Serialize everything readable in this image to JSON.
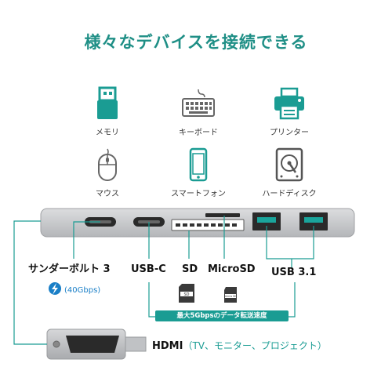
{
  "title": "様々なデバイスを接続できる",
  "devices": [
    {
      "label": "メモリ",
      "icon": "usb-drive-icon"
    },
    {
      "label": "キーボード",
      "icon": "keyboard-icon"
    },
    {
      "label": "プリンター",
      "icon": "printer-icon"
    },
    {
      "label": "マウス",
      "icon": "mouse-icon"
    },
    {
      "label": "スマートフォン",
      "icon": "smartphone-icon"
    },
    {
      "label": "ハードディスク",
      "icon": "hard-disk-icon"
    }
  ],
  "ports": {
    "thunderbolt": "サンダーボルト 3",
    "thunderbolt_speed": "(40Gbps)",
    "usbc": "USB-C",
    "sd": "SD",
    "microsd": "MicroSD",
    "usb3": "USB 3.1"
  },
  "card_labels": {
    "sd": "SD",
    "microsd": "micro SD"
  },
  "speed_note": "最大5Gbpsのデータ転送速度",
  "hdmi": {
    "name": "HDMI",
    "detail": "（TV、モニター、プロジェクト）"
  },
  "colors": {
    "accent": "#1a9c93",
    "title": "#1f8f86",
    "thunderbolt": "#1a7fc7",
    "hub": "#c8c9cb"
  }
}
